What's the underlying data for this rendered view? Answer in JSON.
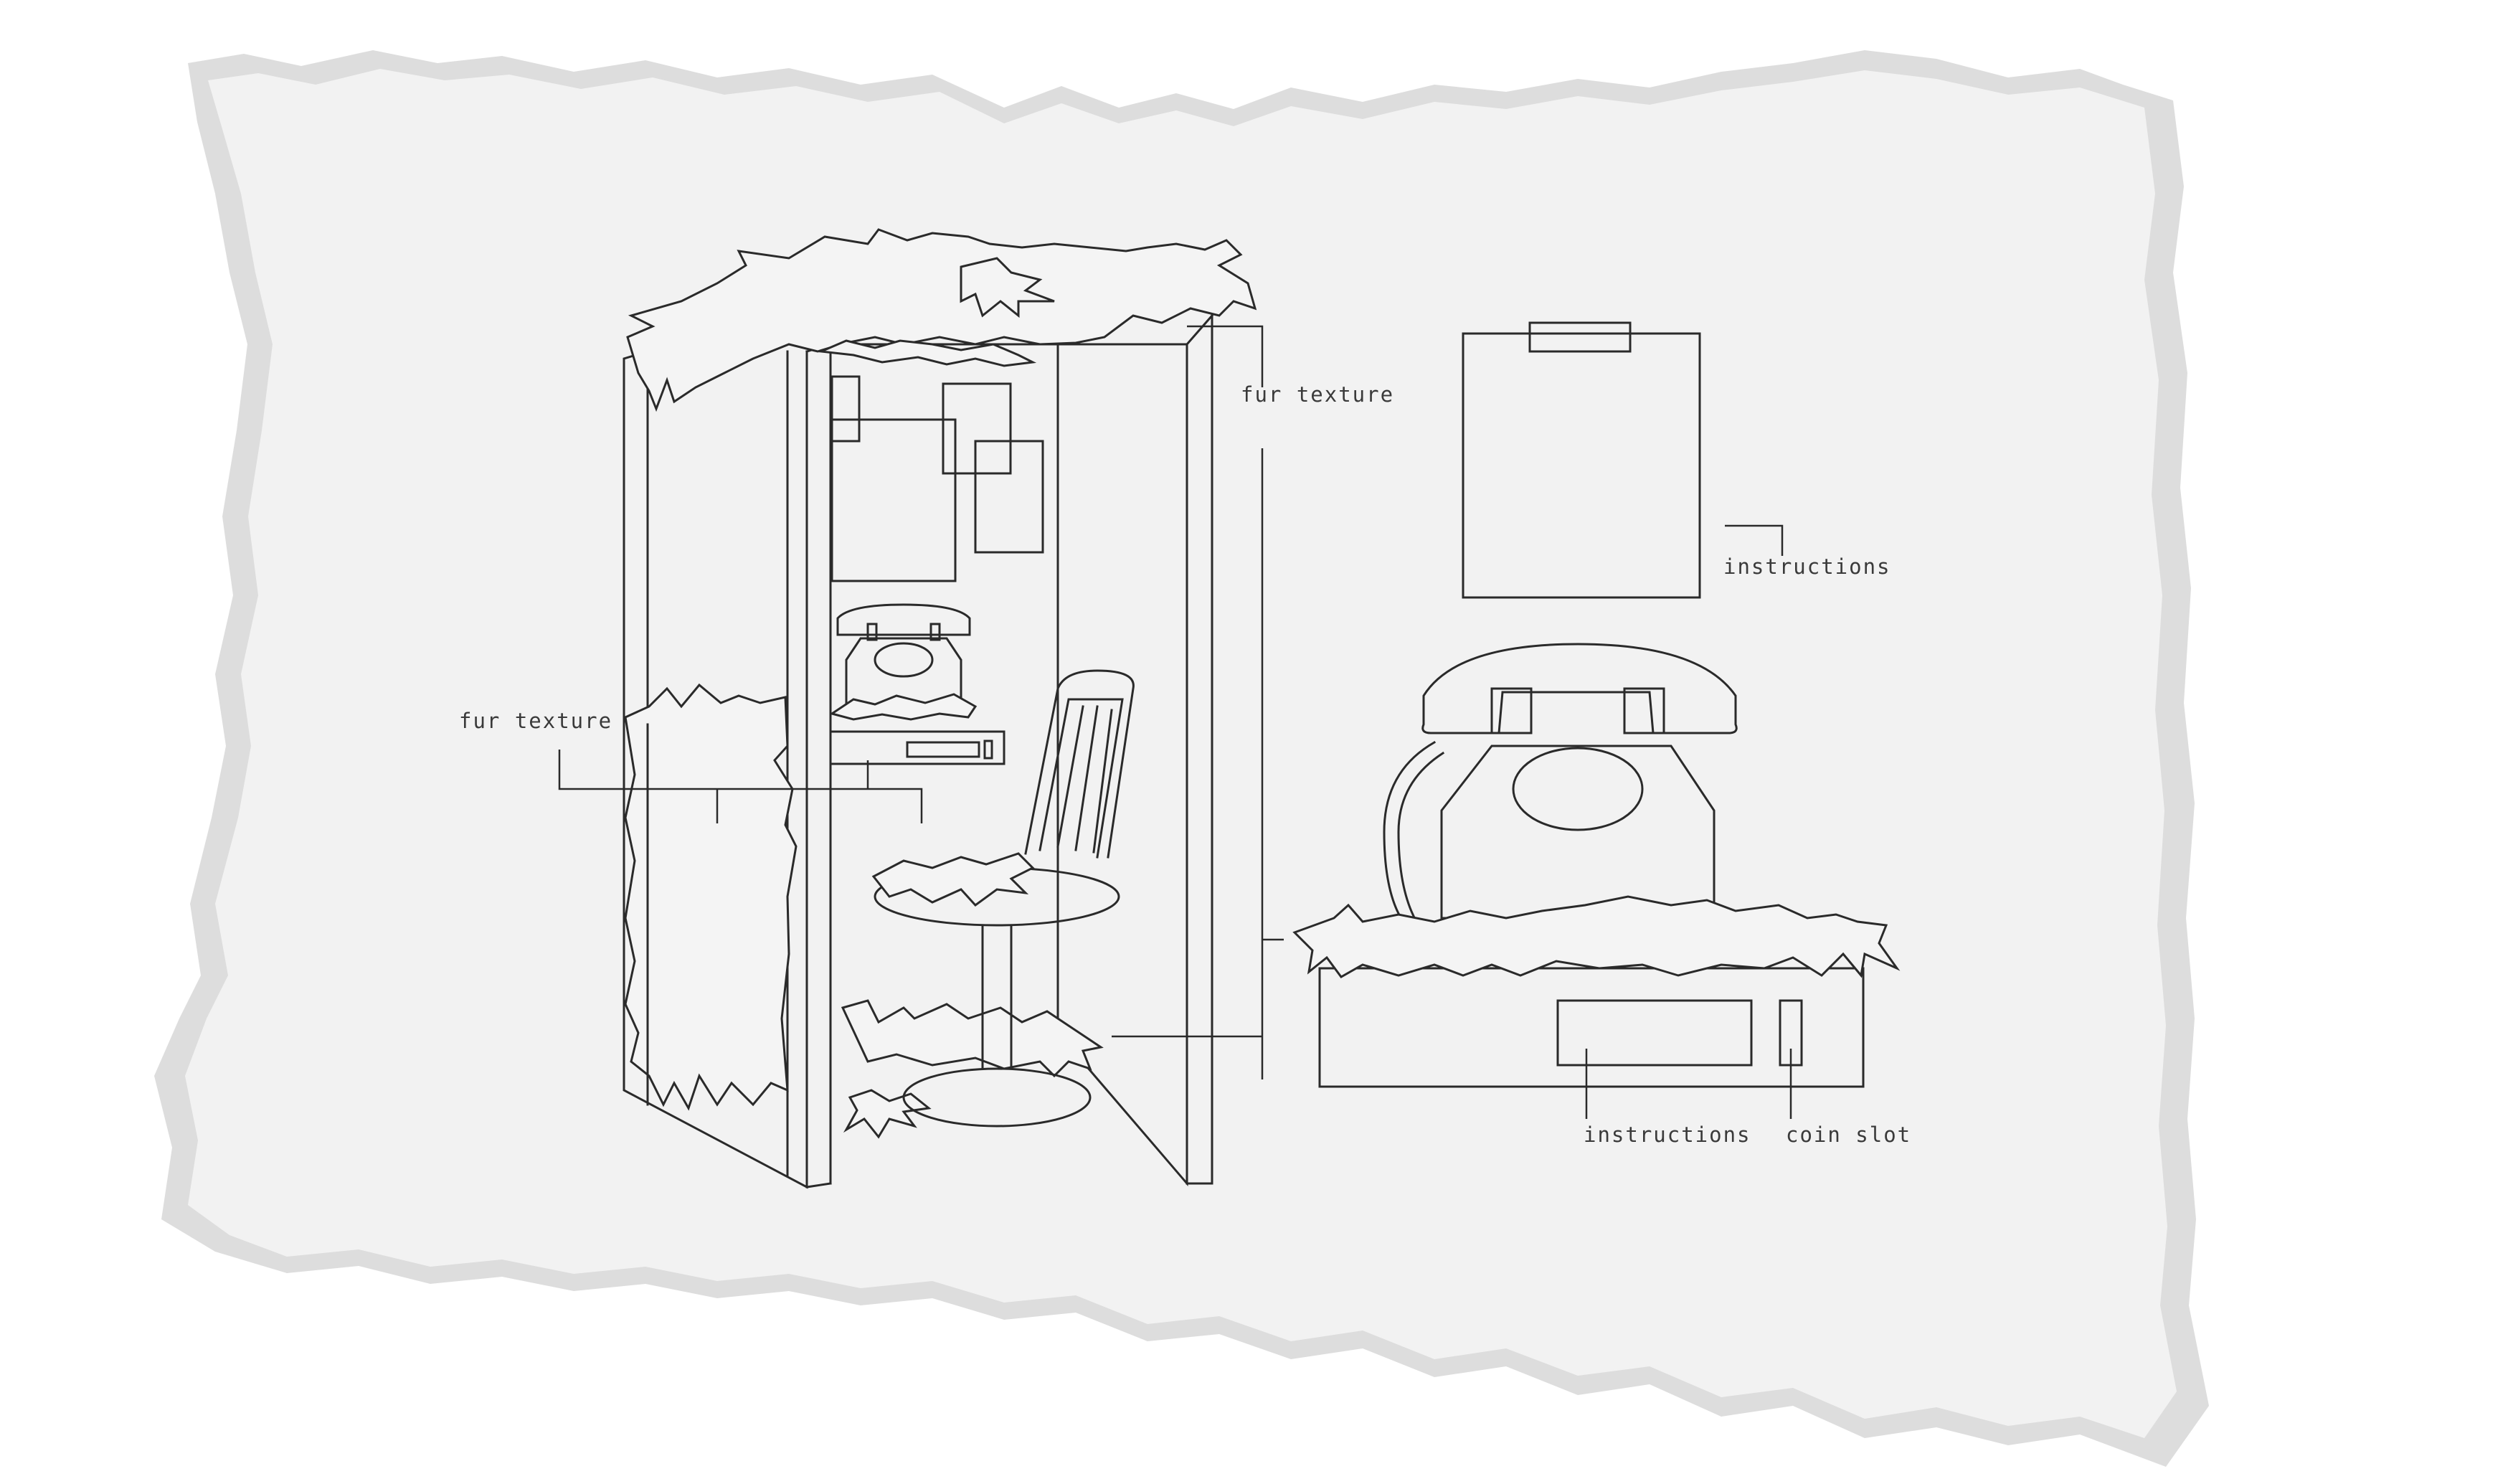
{
  "labels": {
    "booth_left_fur": "fur texture",
    "booth_right_fur": "fur texture",
    "instructions_board": "instructions",
    "instructions_panel": "instructions",
    "coin_slot": "coin slot"
  },
  "colors": {
    "paper": "#f2f2f2",
    "paper_edge": "#dcdcdc",
    "ink": "#2a2a2a",
    "label_text": "#3a3a3a"
  }
}
